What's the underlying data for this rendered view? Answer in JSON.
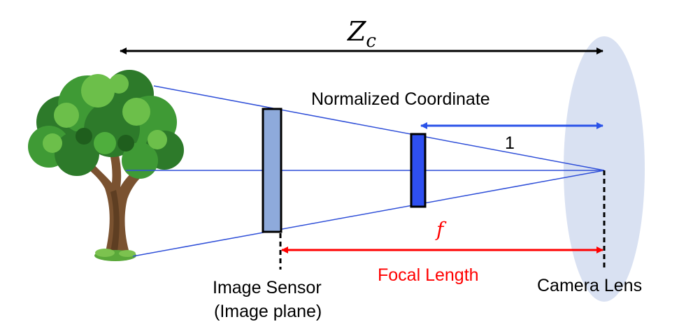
{
  "colors": {
    "background": "#ffffff",
    "black": "#000000",
    "ray_blue": "#2f4fd8",
    "arrow_blue": "#2a52e8",
    "red": "#ff0000",
    "lens_fill": "#d9e1f2",
    "sensor_fill": "#8eaadb",
    "normalized_plane_fill": "#2e4ff0",
    "tree_trunk": "#7a5230",
    "tree_leaf_dark": "#2d7a2a",
    "tree_leaf_mid": "#3f9a35",
    "tree_leaf_light": "#6cbf4a"
  },
  "labels": {
    "zc_base": "Z",
    "zc_sub": "c",
    "normalized_coordinate": "Normalized Coordinate",
    "unit_one": "1",
    "f_symbol": "f",
    "focal_length": "Focal Length",
    "image_sensor_line1": "Image Sensor",
    "image_sensor_line2": "(Image plane)",
    "camera_lens": "Camera Lens"
  },
  "icons": {
    "tree": "tree-icon",
    "lens": "lens-ellipse",
    "sensor": "sensor-rect",
    "normalized_plane": "normalized-plane-rect"
  }
}
